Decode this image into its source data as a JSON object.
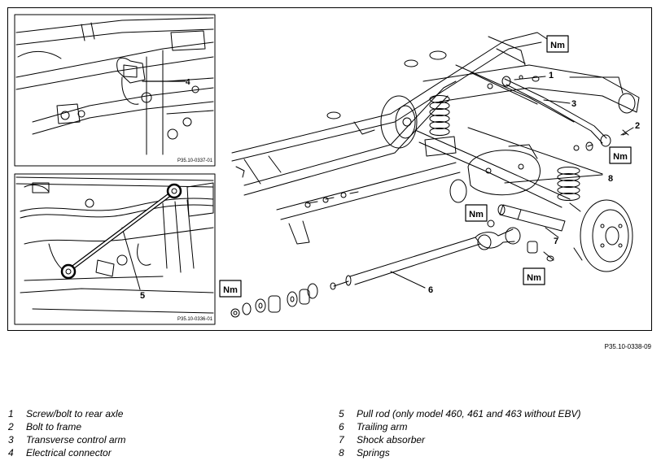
{
  "insets": [
    {
      "ref": "P35.10-0337-01",
      "callout": "4"
    },
    {
      "ref": "P35.10-0336-01",
      "callout": "5"
    }
  ],
  "main_callouts": [
    "1",
    "2",
    "3",
    "6",
    "7",
    "8"
  ],
  "torque_symbol": "Nm",
  "figure_ref": "P35.10-0338-09",
  "legend": [
    {
      "num": "1",
      "text": "Screw/bolt to rear axle"
    },
    {
      "num": "2",
      "text": "Bolt to frame"
    },
    {
      "num": "3",
      "text": "Transverse control arm"
    },
    {
      "num": "4",
      "text": "Electrical connector"
    },
    {
      "num": "5",
      "text": "Pull rod (only model 460, 461 and 463 without EBV)"
    },
    {
      "num": "6",
      "text": "Trailing arm"
    },
    {
      "num": "7",
      "text": "Shock absorber"
    },
    {
      "num": "8",
      "text": "Springs"
    }
  ]
}
